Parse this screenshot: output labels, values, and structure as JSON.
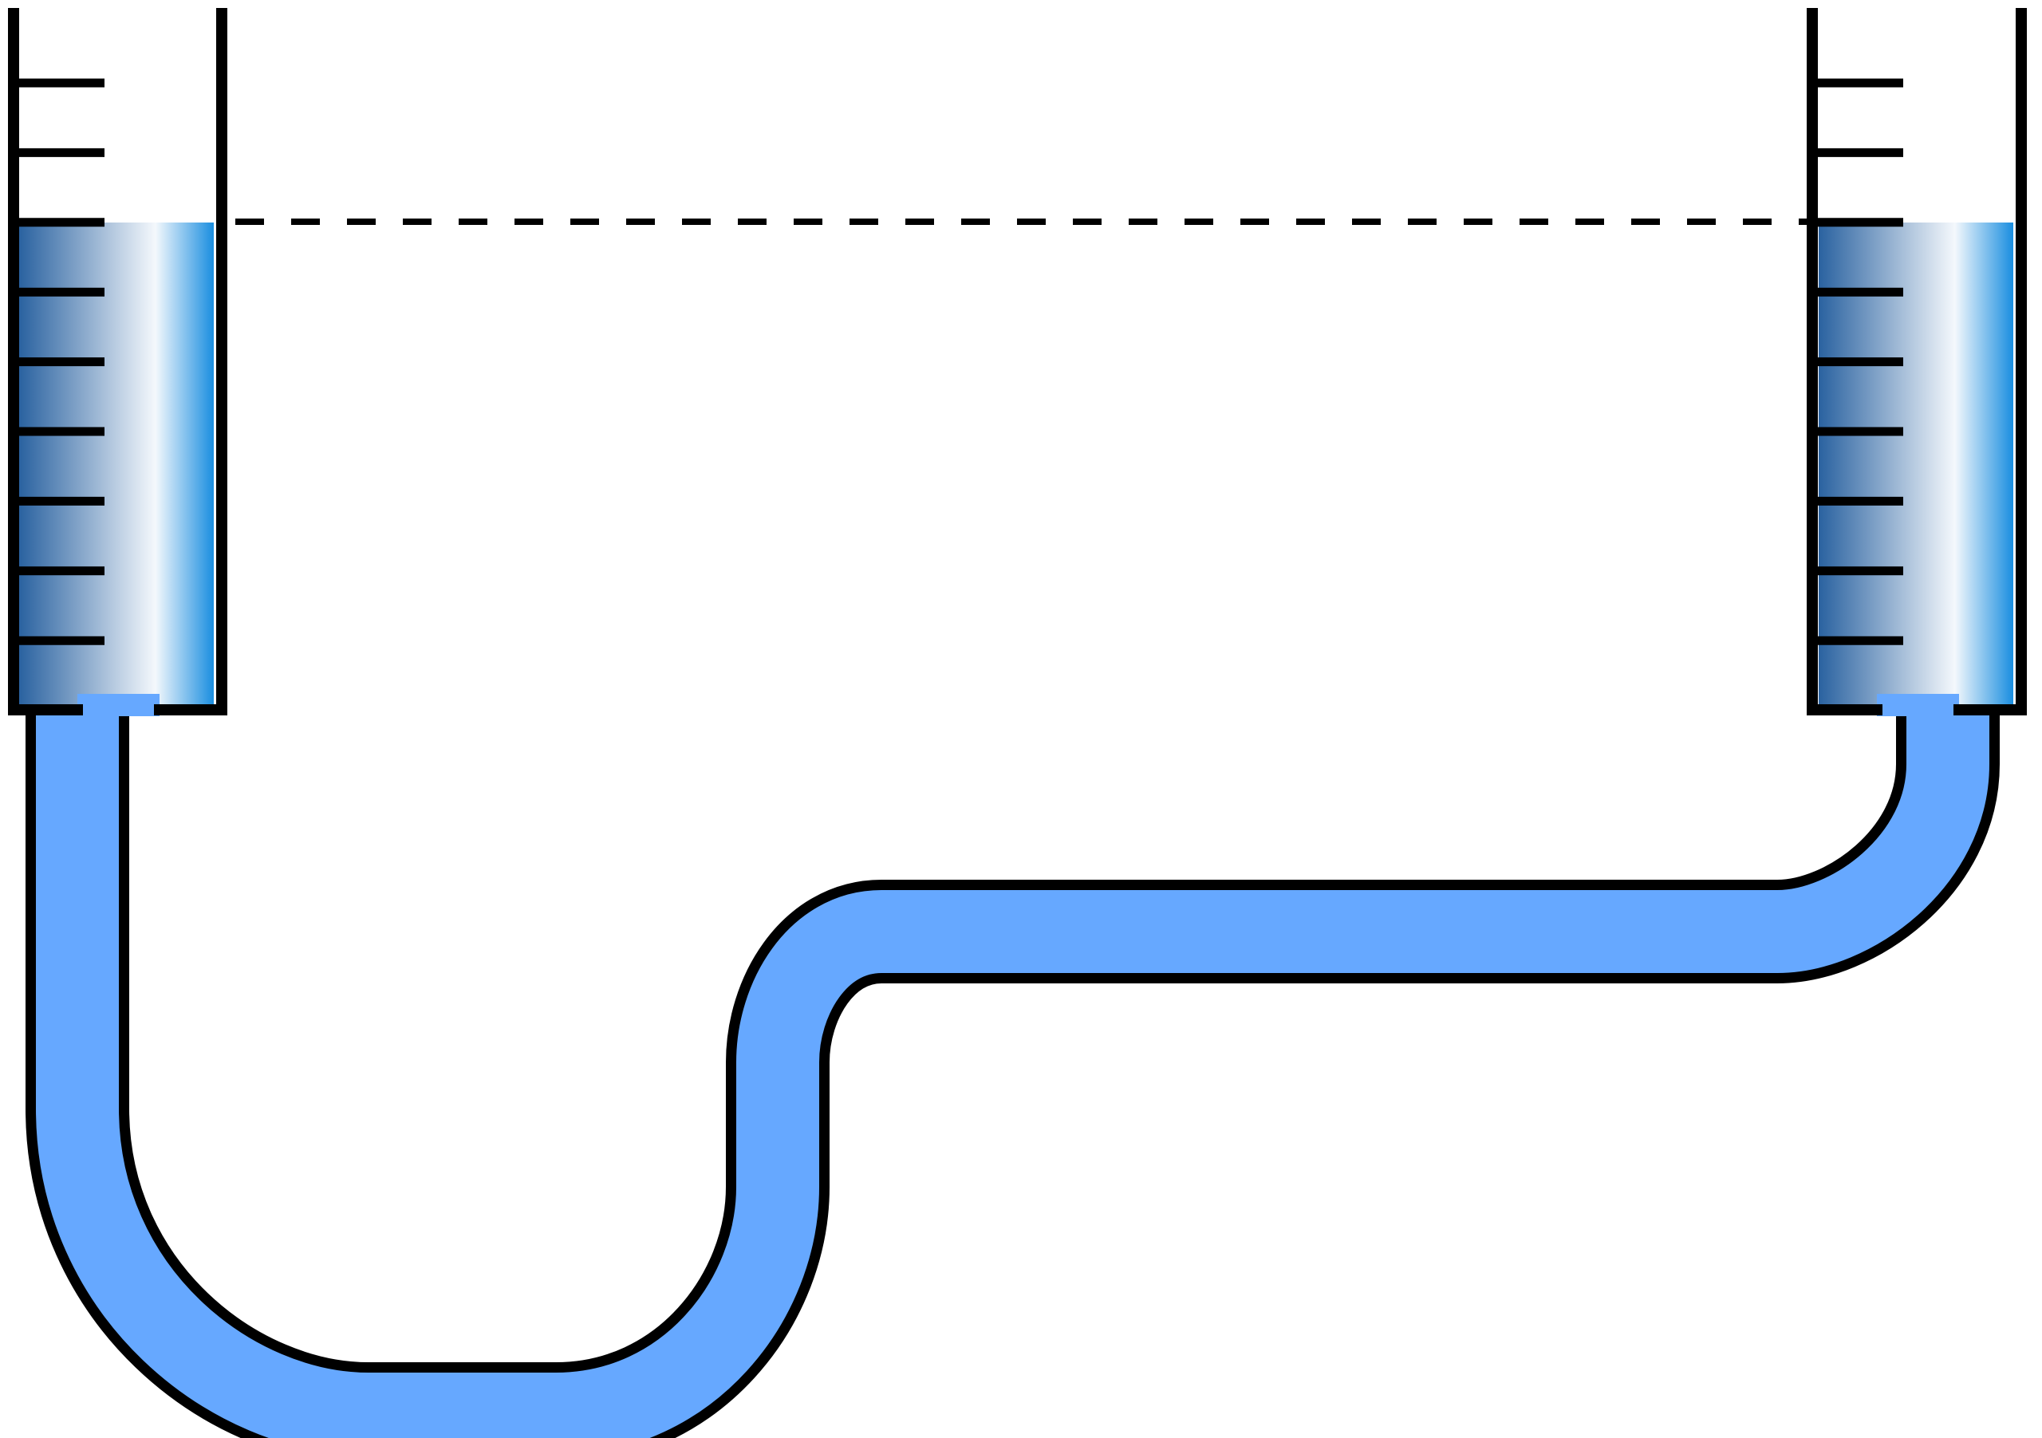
{
  "colors": {
    "outline": "#000000",
    "background": "#ffffff",
    "tube_fill": "#66a8ff",
    "water_dark": "#2a62a0",
    "water_light": "#f4f8fc",
    "water_accent": "#1a8ee0"
  },
  "vessels": [
    {
      "id": "left",
      "scale_tick_count": 9
    },
    {
      "id": "right",
      "scale_tick_count": 9
    }
  ],
  "level_line": {
    "style": "dashed"
  },
  "tube": {
    "shape": "connecting-pipe"
  }
}
